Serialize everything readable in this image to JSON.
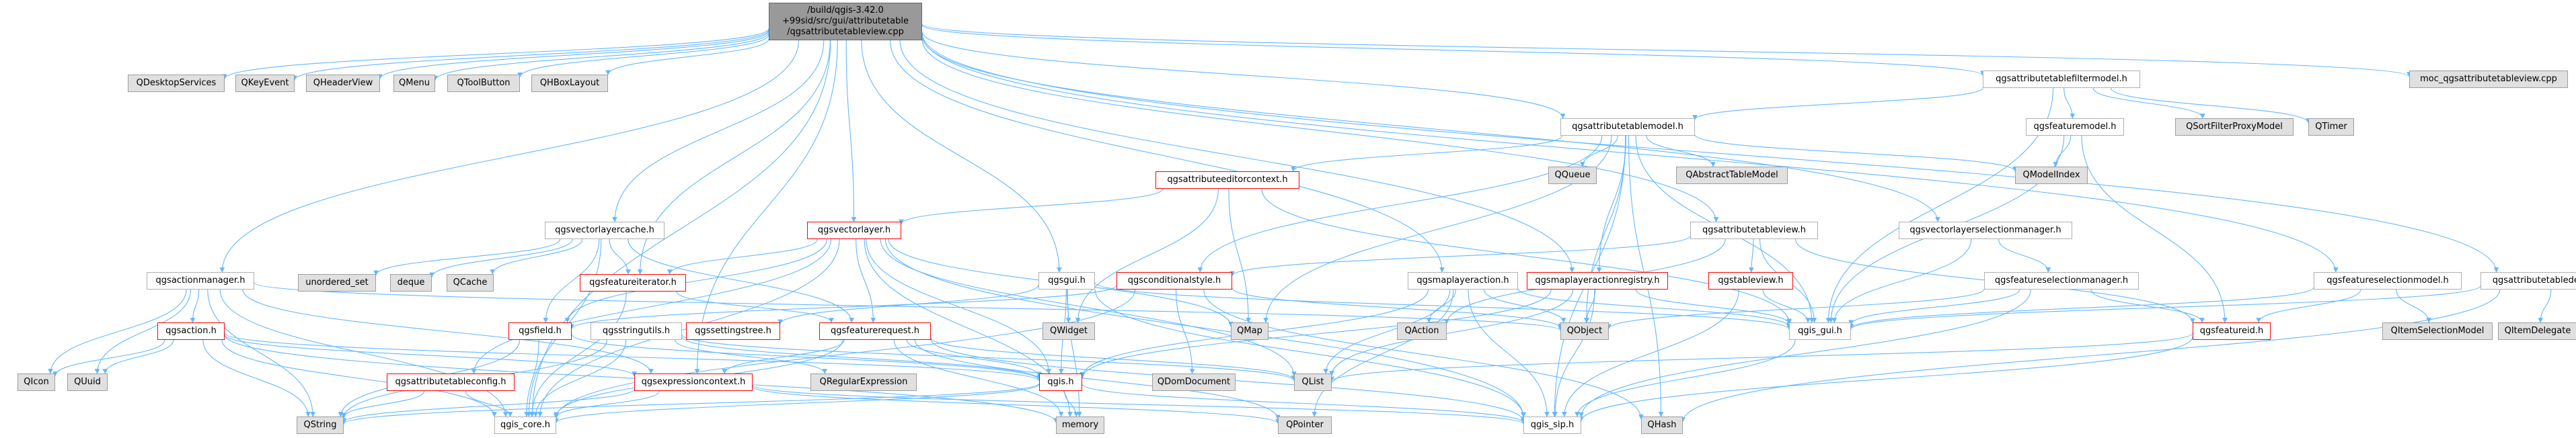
{
  "graph": {
    "edge_color": "#63b8ff",
    "root_fill": "#999999",
    "external_fill": "#e0e0e0",
    "missing_border": "#ff0000",
    "nodes": {
      "root": [
        "/build/qgis-3.42.0",
        "+99sid/src/gui/attributetable",
        "/qgsattributetableview.cpp"
      ],
      "QDesktopServices": [
        "QDesktopServices"
      ],
      "QKeyEvent": [
        "QKeyEvent"
      ],
      "QHeaderView": [
        "QHeaderView"
      ],
      "QMenu": [
        "QMenu"
      ],
      "QToolButton": [
        "QToolButton"
      ],
      "QHBoxLayout": [
        "QHBoxLayout"
      ],
      "qgsattributetablefiltermodel_h": [
        "qgsattributetablefiltermodel.h"
      ],
      "moc_cpp": [
        "moc_qgsattributetableview.cpp"
      ],
      "qgsattributetablemodel_h": [
        "qgsattributetablemodel.h"
      ],
      "qgsfeaturemodel_h": [
        "qgsfeaturemodel.h"
      ],
      "QSortFilterProxyModel": [
        "QSortFilterProxyModel"
      ],
      "QTimer": [
        "QTimer"
      ],
      "QQueue": [
        "QQueue"
      ],
      "QAbstractTableModel": [
        "QAbstractTableModel"
      ],
      "QModelIndex": [
        "QModelIndex"
      ],
      "qgsattributeeditorcontext_h": [
        "qgsattributeeditorcontext.h"
      ],
      "qgsvectorlayercache_h": [
        "qgsvectorlayercache.h"
      ],
      "qgsvectorlayer_h": [
        "qgsvectorlayer.h"
      ],
      "qgsattributetableview_h": [
        "qgsattributetableview.h"
      ],
      "qgsvectorlayerselectionmanager_h": [
        "qgsvectorlayerselectionmanager.h"
      ],
      "qgsactionmanager_h": [
        "qgsactionmanager.h"
      ],
      "unordered_set": [
        "unordered_set"
      ],
      "deque": [
        "deque"
      ],
      "QCache": [
        "QCache"
      ],
      "qgsfeatureiterator_h": [
        "qgsfeatureiterator.h"
      ],
      "qgsgui_h": [
        "qgsgui.h"
      ],
      "qgsconditionalstyle_h": [
        "qgsconditionalstyle.h"
      ],
      "qgsmaplayeraction_h": [
        "qgsmaplayeraction.h"
      ],
      "qgsmaplayeractionregistry_h": [
        "qgsmaplayeractionregistry.h"
      ],
      "qgstableview_h": [
        "qgstableview.h"
      ],
      "qgsfeatureselectionmanager_h": [
        "qgsfeatureselectionmanager.h"
      ],
      "qgsfeatureselectionmodel_h": [
        "qgsfeatureselectionmodel.h"
      ],
      "qgsattributetabledelegate_h": [
        "qgsattributetabledelegate.h"
      ],
      "qgsaction_h": [
        "qgsaction.h"
      ],
      "qgsfield_h": [
        "qgsfield.h"
      ],
      "qgsstringutils_h": [
        "qgsstringutils.h"
      ],
      "QWidget": [
        "QWidget"
      ],
      "qgssettingstree_h": [
        "qgssettingstree.h"
      ],
      "qgsfeaturerequest_h": [
        "qgsfeaturerequest.h"
      ],
      "QMap": [
        "QMap"
      ],
      "QAction": [
        "QAction"
      ],
      "QObject": [
        "QObject"
      ],
      "qgis_gui_h": [
        "qgis_gui.h"
      ],
      "qgsfeatureid_h": [
        "qgsfeatureid.h"
      ],
      "QItemSelectionModel": [
        "QItemSelectionModel"
      ],
      "QItemDelegate": [
        "QItemDelegate"
      ],
      "QIcon": [
        "QIcon"
      ],
      "QUuid": [
        "QUuid"
      ],
      "qgsattributetableconfig_h": [
        "qgsattributetableconfig.h"
      ],
      "qgsexpressioncontext_h": [
        "qgsexpressioncontext.h"
      ],
      "QRegularExpression": [
        "QRegularExpression"
      ],
      "qgis_h": [
        "qgis.h"
      ],
      "QDomDocument": [
        "QDomDocument"
      ],
      "QList": [
        "QList"
      ],
      "QString": [
        "QString"
      ],
      "qgis_core_h": [
        "qgis_core.h"
      ],
      "memory": [
        "memory"
      ],
      "QPointer": [
        "QPointer"
      ],
      "qgis_sip_h": [
        "qgis_sip.h"
      ],
      "QHash": [
        "QHash"
      ]
    }
  }
}
